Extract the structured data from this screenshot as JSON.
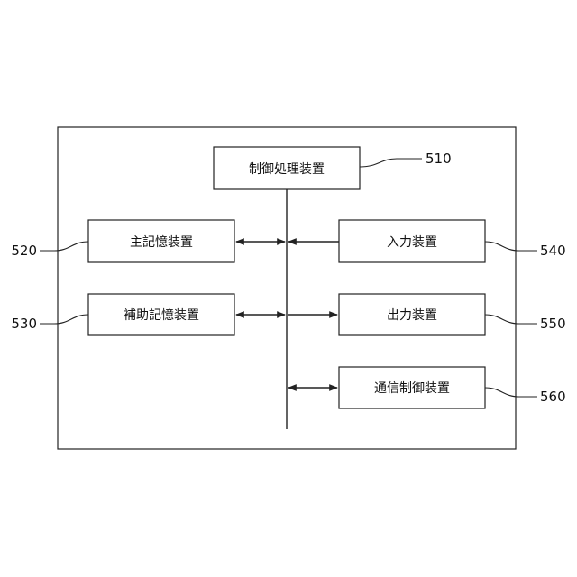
{
  "boxes": {
    "control": {
      "label": "制御処理装置",
      "ref": "510"
    },
    "main_memory": {
      "label": "主記憶装置",
      "ref": "520"
    },
    "aux_memory": {
      "label": "補助記憶装置",
      "ref": "530"
    },
    "input": {
      "label": "入力装置",
      "ref": "540"
    },
    "output": {
      "label": "出力装置",
      "ref": "550"
    },
    "comm": {
      "label": "通信制御装置",
      "ref": "560"
    }
  }
}
